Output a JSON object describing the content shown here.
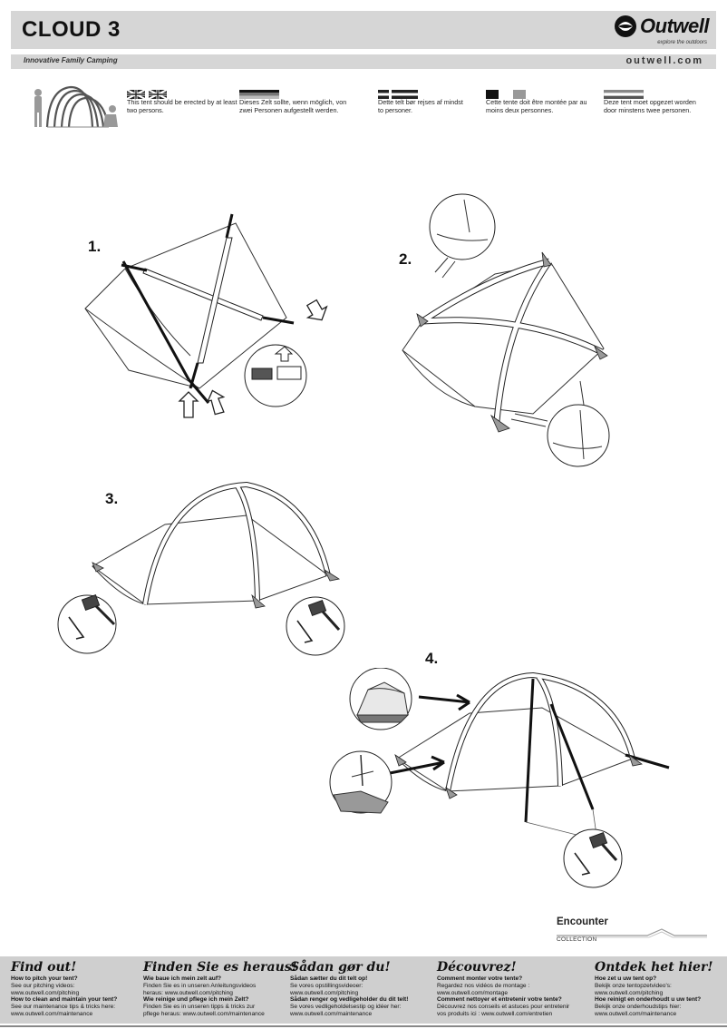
{
  "header": {
    "title": "CLOUD 3",
    "brand": "Outwell",
    "brand_tagline": "explore the outdoors",
    "subtitle": "Innovative Family Camping",
    "website": "outwell.com"
  },
  "notices": [
    {
      "lang": "en",
      "text": "This tent should be erected by at least two persons."
    },
    {
      "lang": "de",
      "text": "Dieses Zelt sollte, wenn möglich, von zwei Personen aufgestellt werden."
    },
    {
      "lang": "da",
      "text": "Dette telt bør rejses af mindst to personer."
    },
    {
      "lang": "fr",
      "text": "Cette tente doit être montée par au moins deux personnes."
    },
    {
      "lang": "nl",
      "text": "Deze tent moet opgezet worden door minstens twee personen."
    }
  ],
  "steps": [
    {
      "number": "1."
    },
    {
      "number": "2."
    },
    {
      "number": "3."
    },
    {
      "number": "4."
    }
  ],
  "collection": {
    "name": "Encounter",
    "label": "COLLECTION"
  },
  "footer": [
    {
      "heading": "Find out!",
      "lines": [
        {
          "text": "How to pitch your tent?",
          "bold": true
        },
        {
          "text": "See our pitching videos:",
          "bold": false
        },
        {
          "text": "www.outwell.com/pitching",
          "bold": false
        },
        {
          "text": "How to clean and maintain your tent?",
          "bold": true
        },
        {
          "text": "See our maintenance tips & tricks here:",
          "bold": false
        },
        {
          "text": "www.outwell.com/maintenance",
          "bold": false
        }
      ]
    },
    {
      "heading": "Finden Sie es heraus!",
      "lines": [
        {
          "text": "Wie baue ich mein zelt auf?",
          "bold": true
        },
        {
          "text": "Finden Sie es in unseren Anleitungsvideos",
          "bold": false
        },
        {
          "text": "heraus: www.outwell.com/pitching",
          "bold": false
        },
        {
          "text": "Wie reinige und pflege ich mein Zelt?",
          "bold": true
        },
        {
          "text": "Finden Sie es in unseren tipps & tricks zur",
          "bold": false
        },
        {
          "text": "pflege heraus: www.outwell.com/maintenance",
          "bold": false
        }
      ]
    },
    {
      "heading": "Sådan gør du!",
      "lines": [
        {
          "text": "Sådan sætter du dit telt op!",
          "bold": true
        },
        {
          "text": "Se vores opstillingsvideoer:",
          "bold": false
        },
        {
          "text": "www.outwell.com/pitching",
          "bold": false
        },
        {
          "text": "Sådan renger og vedligeholder du dit telt!",
          "bold": true
        },
        {
          "text": "Se vores vedligeholdelsestip og idéer her:",
          "bold": false
        },
        {
          "text": "www.outwell.com/maintenance",
          "bold": false
        }
      ]
    },
    {
      "heading": "Découvrez!",
      "lines": [
        {
          "text": "Comment monter votre tente?",
          "bold": true
        },
        {
          "text": "Regardez nos vidéos de montage :",
          "bold": false
        },
        {
          "text": "www.outwell.com/montage",
          "bold": false
        },
        {
          "text": "Comment nettoyer et entretenir votre tente?",
          "bold": true
        },
        {
          "text": "Découvrez nos conseils et astuces pour entretenir",
          "bold": false
        },
        {
          "text": "vos produits ici : www.outwell.com/entretien",
          "bold": false
        }
      ]
    },
    {
      "heading": "Ontdek het hier!",
      "lines": [
        {
          "text": "Hoe zet u uw tent op?",
          "bold": true
        },
        {
          "text": "Bekijk onze tentopzetvideo's:",
          "bold": false
        },
        {
          "text": "www.outwell.com/pitching",
          "bold": false
        },
        {
          "text": "Hoe reinigt en onderhoudt u uw tent?",
          "bold": true
        },
        {
          "text": "Bekijk onze onderhoudstips hier:",
          "bold": false
        },
        {
          "text": "www.outwell.com/maintenance",
          "bold": false
        }
      ]
    }
  ],
  "colors": {
    "header_bg": "#d6d6d6",
    "footer_bg": "#cfcfcf",
    "ink": "#1a1a1a"
  },
  "icons": [
    "brand-logo-icon",
    "uk-flag-icon",
    "german-flag-icon",
    "danish-flag-icon",
    "french-flag-icon",
    "dutch-flag-icon",
    "arrow-icon",
    "mallet-icon",
    "peg-icon"
  ]
}
